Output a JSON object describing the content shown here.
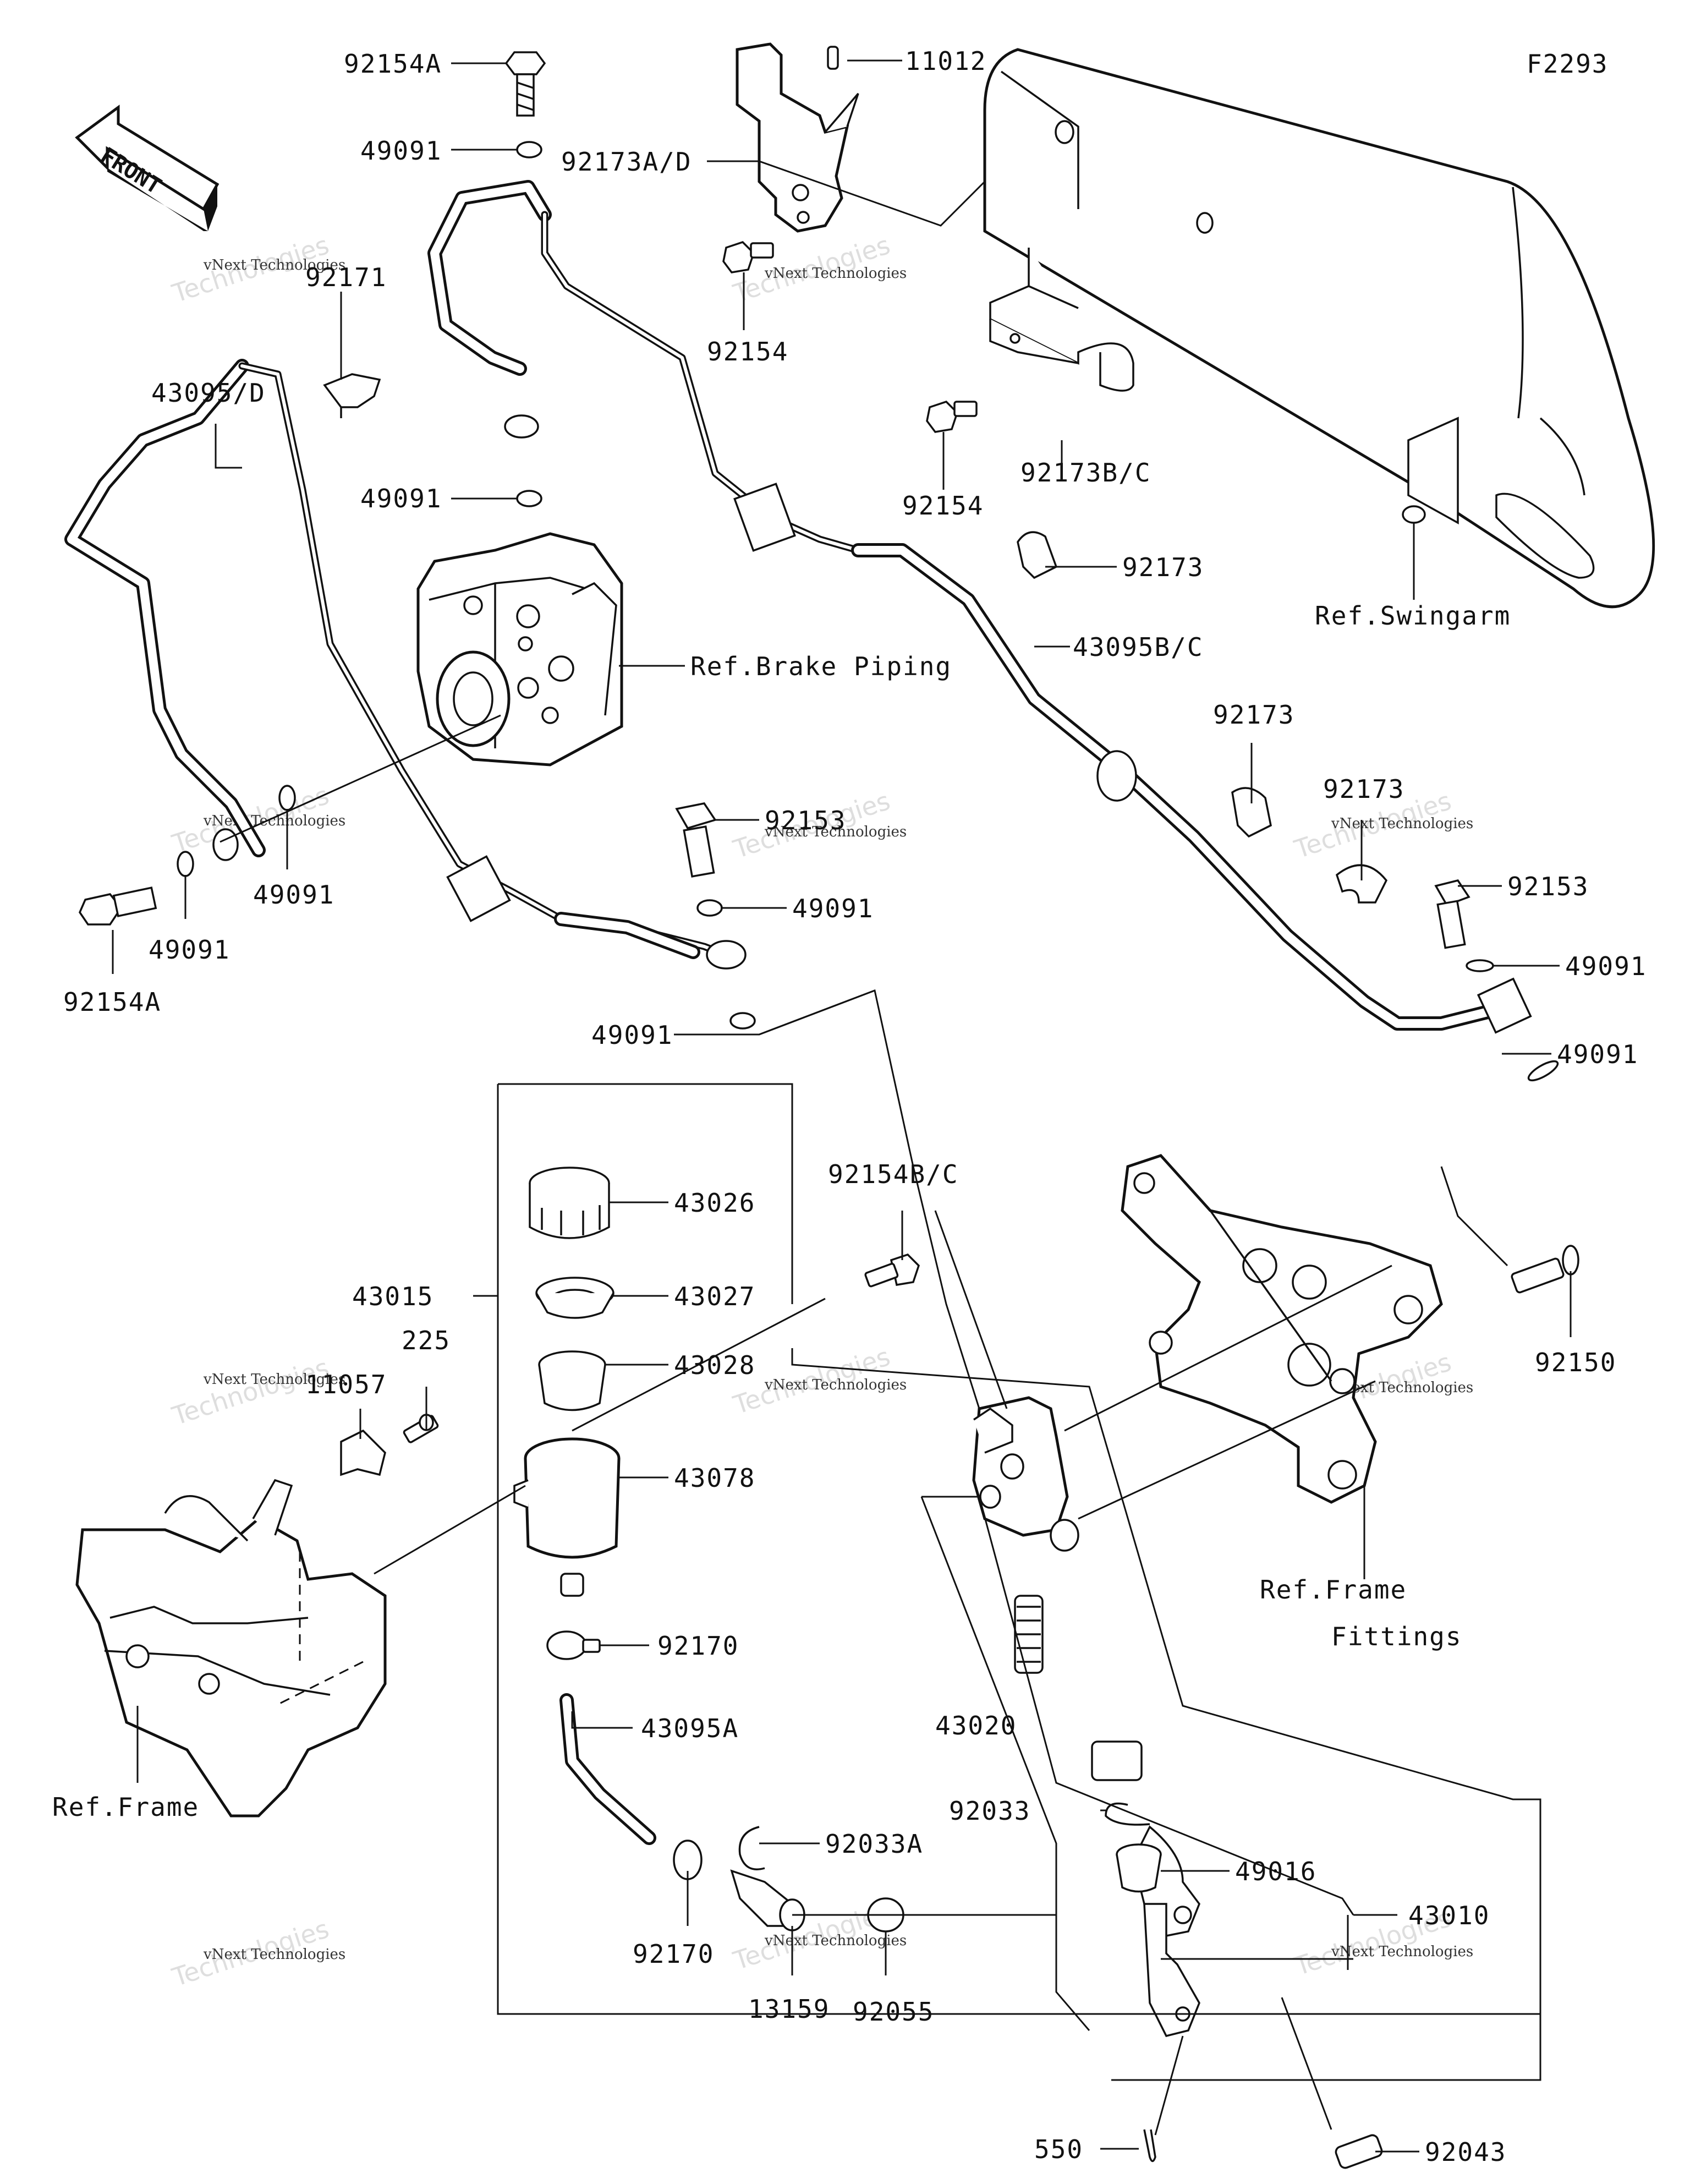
{
  "figure_code": "F2293",
  "direction_arrow": "FRONT",
  "watermark": {
    "line1": "vNext Technologies",
    "line2": "Technologies"
  },
  "callouts": {
    "c92154A_top": "92154A",
    "c11012": "11012",
    "c49091_a": "49091",
    "c92173AD": "92173A/D",
    "c92171": "92171",
    "c92154_a": "92154",
    "c43095D": "43095/D",
    "c92154_b": "92154",
    "c92173BC": "92173B/C",
    "c49091_b": "49091",
    "c92173_a": "92173",
    "ref_swingarm": "Ref.Swingarm",
    "ref_brake_piping": "Ref.Brake Piping",
    "c43095BC": "43095B/C",
    "c92173_b": "92173",
    "c92173_c": "92173",
    "c92153_a": "92153",
    "c92153_b": "92153",
    "c49091_c": "49091",
    "c49091_d": "49091",
    "c49091_e": "49091",
    "c49091_f": "49091",
    "c92154A_bot": "92154A",
    "c49091_g": "49091",
    "c49091_h": "49091",
    "c43026": "43026",
    "c92154BC": "92154B/C",
    "c43015": "43015",
    "c43027": "43027",
    "c225": "225",
    "c11057": "11057",
    "c43028": "43028",
    "c92150": "92150",
    "c43078": "43078",
    "ref_frame_fittings_1": "Ref.Frame",
    "ref_frame_fittings_2": "Fittings",
    "c92170_a": "92170",
    "c43095A": "43095A",
    "c43020": "43020",
    "ref_frame": "Ref.Frame",
    "c92033": "92033",
    "c92033A": "92033A",
    "c49016": "49016",
    "c43010": "43010",
    "c92170_b": "92170",
    "c13159": "13159",
    "c92055": "92055",
    "c92043": "92043",
    "c550": "550"
  }
}
